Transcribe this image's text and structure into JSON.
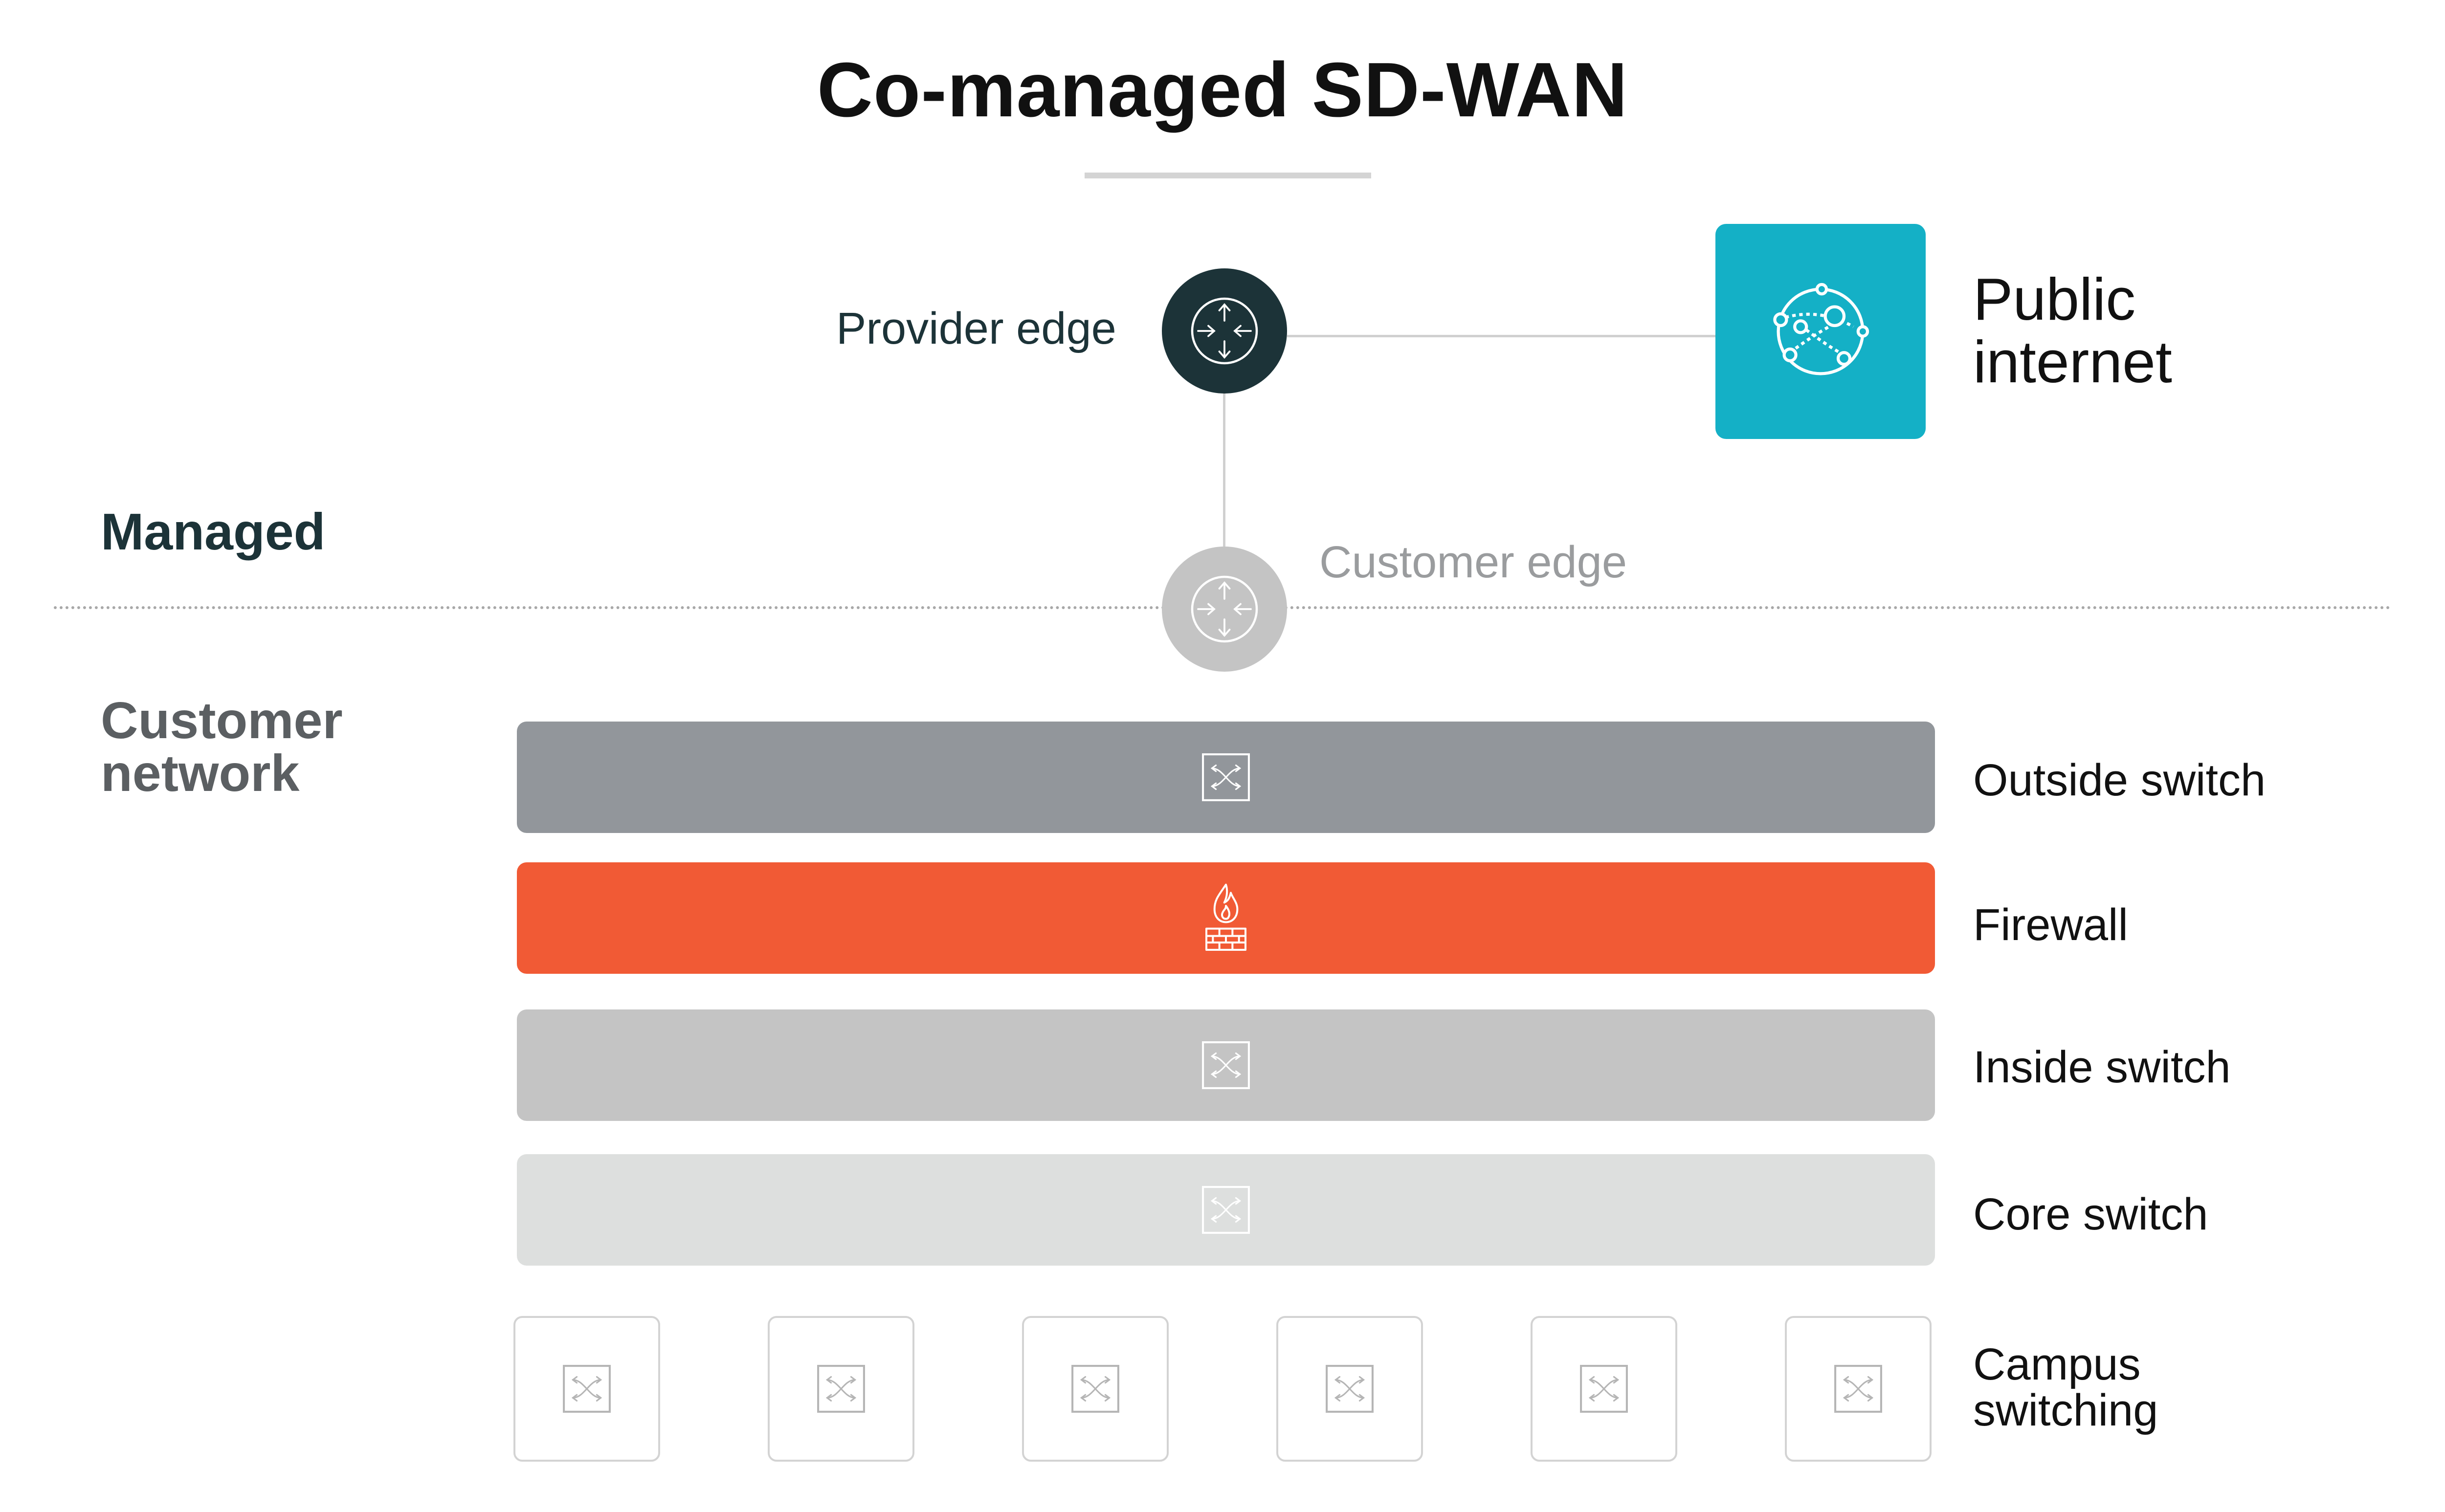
{
  "title": "Co-managed SD-WAN",
  "nodes": {
    "provider_edge": "Provider edge",
    "customer_edge": "Customer edge",
    "public_internet_line1": "Public",
    "public_internet_line2": "internet"
  },
  "sections": {
    "managed": "Managed",
    "customer_line1": "Customer",
    "customer_line2": "network"
  },
  "layers": [
    {
      "label": "Outside switch",
      "icon": "switch-icon",
      "color": "#92969b"
    },
    {
      "label": "Firewall",
      "icon": "firewall-icon",
      "color": "#f15a35"
    },
    {
      "label": "Inside switch",
      "icon": "switch-icon",
      "color": "#c4c4c4"
    },
    {
      "label": "Core switch",
      "icon": "switch-icon",
      "color": "#dddfde"
    }
  ],
  "campus": {
    "label_line1": "Campus",
    "label_line2": "switching",
    "tile_count": 6,
    "icon": "switch-icon"
  },
  "colors": {
    "provider_node": "#1c3338",
    "customer_node": "#c4c4c4",
    "internet_box": "#14b0c6"
  }
}
